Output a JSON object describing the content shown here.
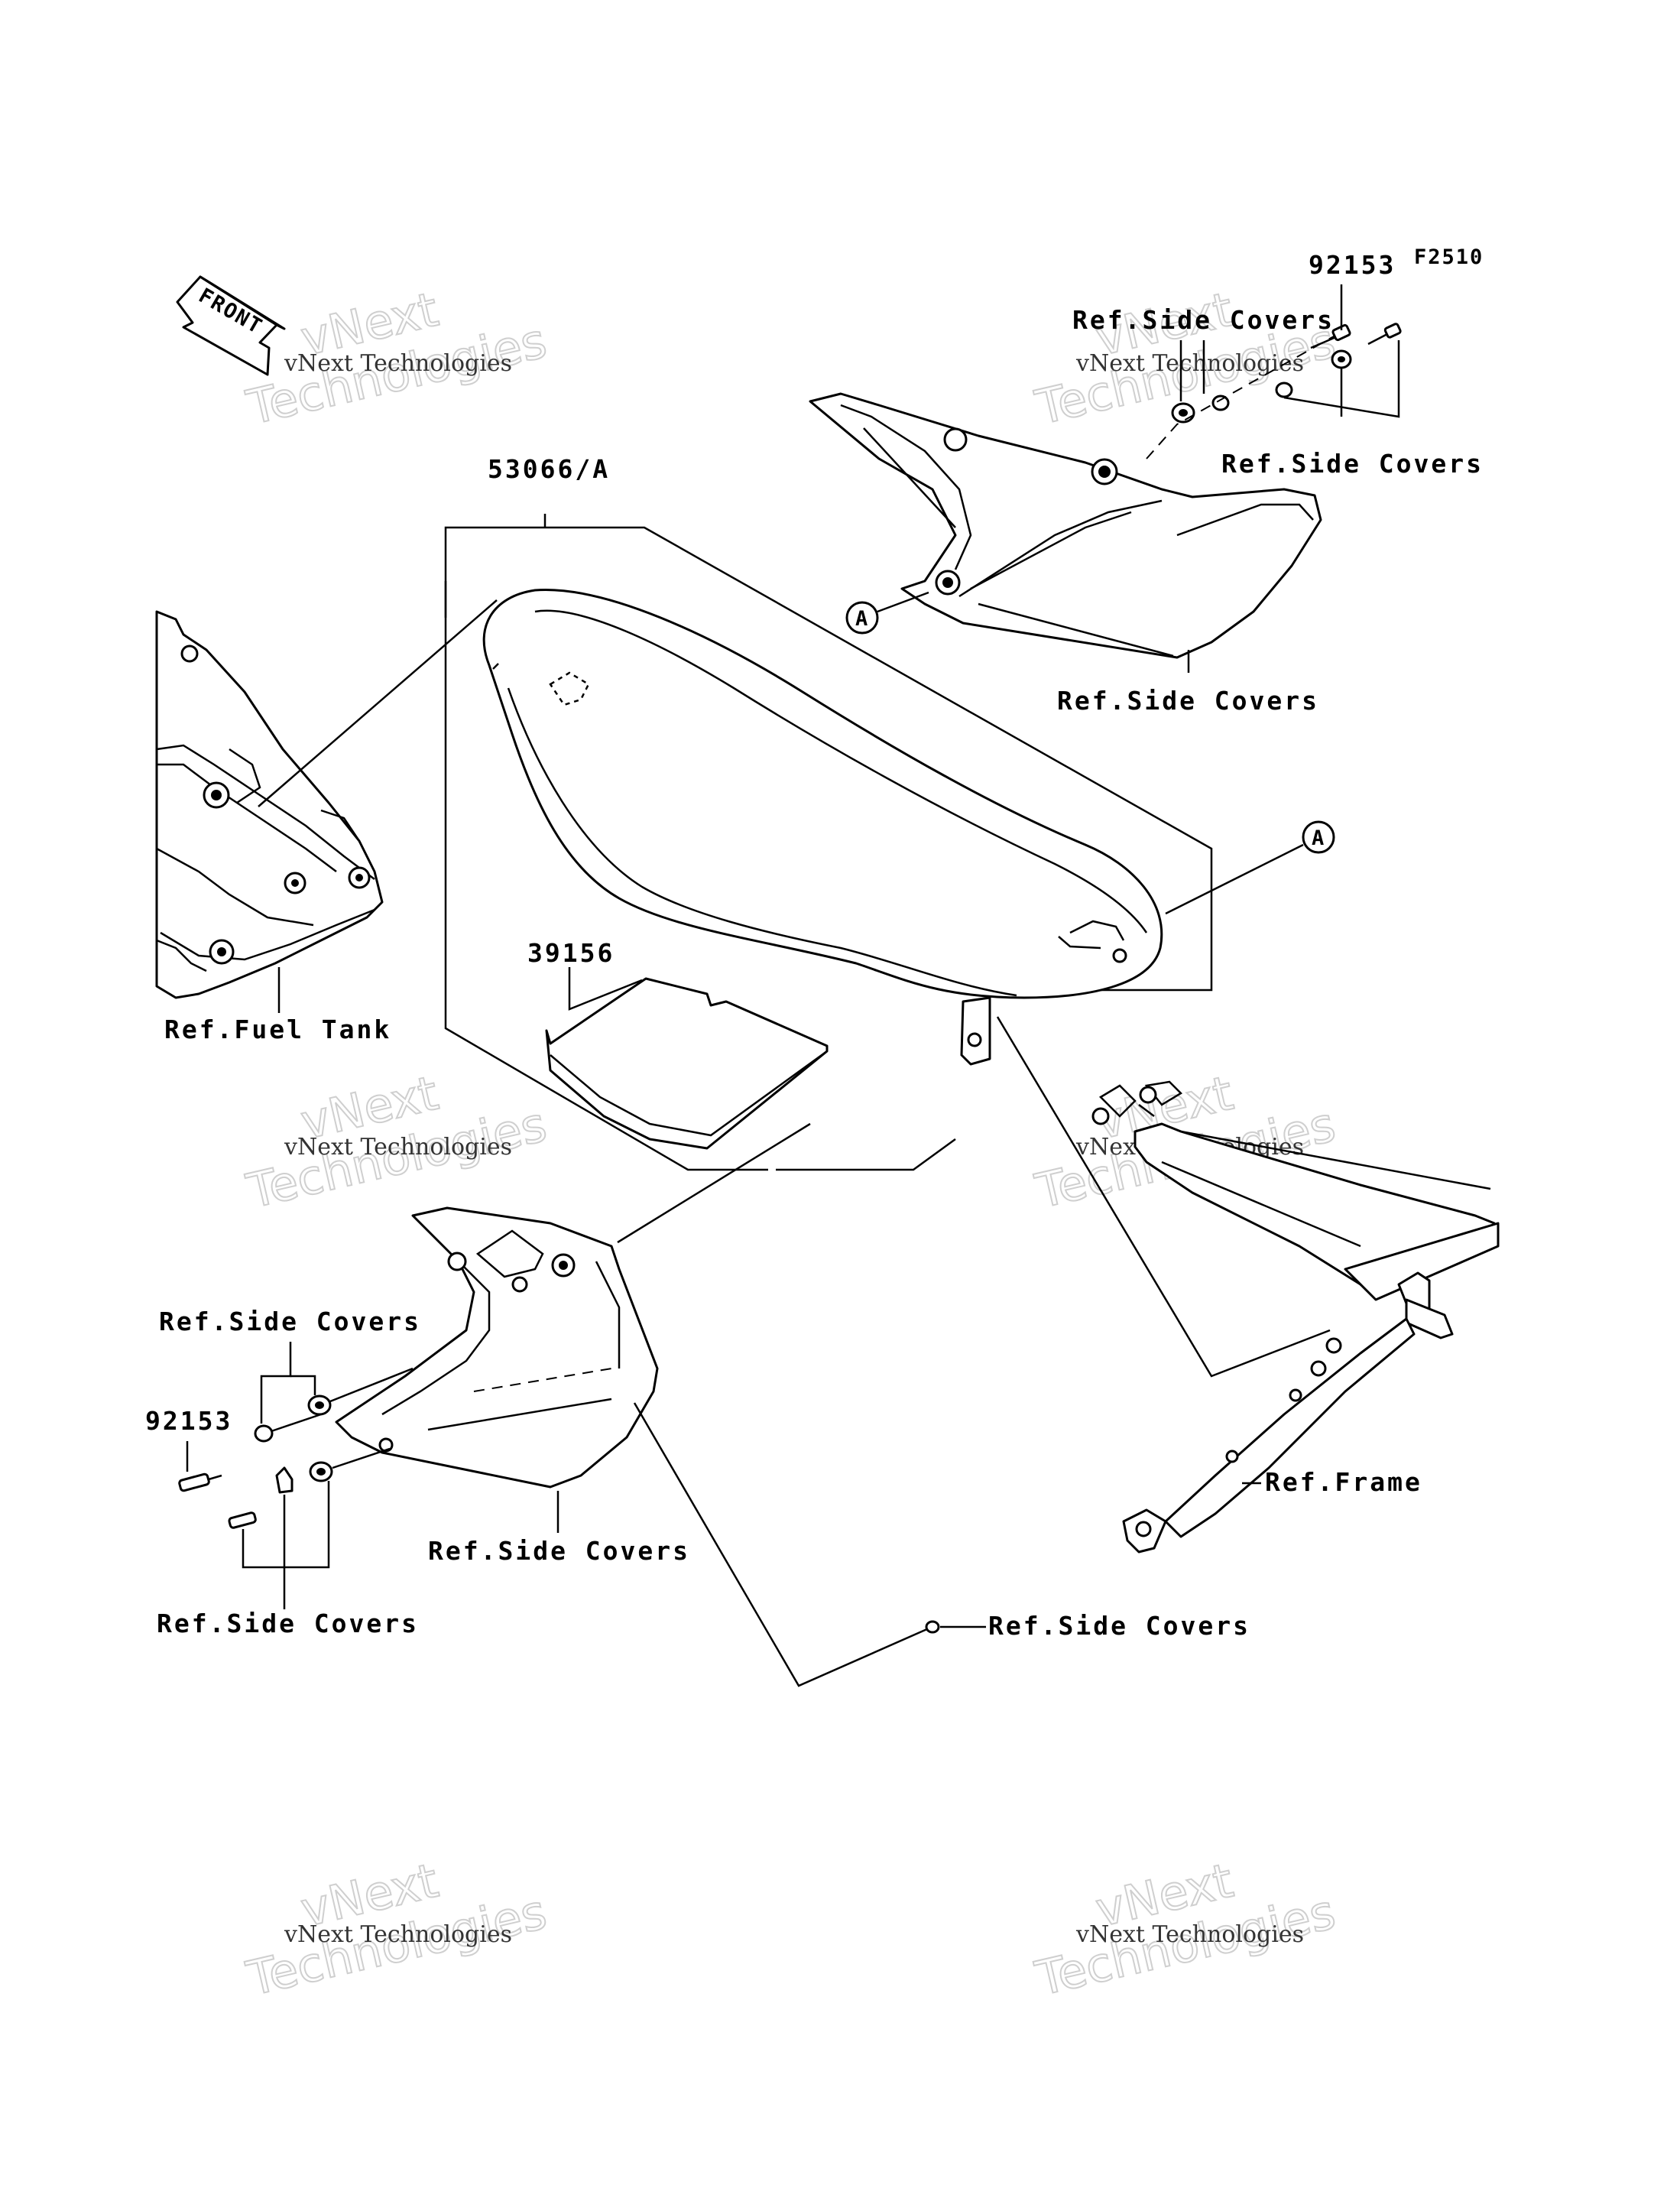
{
  "diagram_code": "F2510",
  "front_arrow_text": "FRONT",
  "labels": {
    "seat_part": "53066/A",
    "pad_part": "39156",
    "bolt_top": "92153",
    "bolt_left": "92153",
    "ref_side_covers": "Ref.Side Covers",
    "ref_fuel_tank": "Ref.Fuel Tank",
    "ref_frame": "Ref.Frame",
    "callout_a": "A"
  },
  "watermark": {
    "company": "vNext Technologies",
    "word1": "vNext",
    "word2": "Technologies"
  }
}
